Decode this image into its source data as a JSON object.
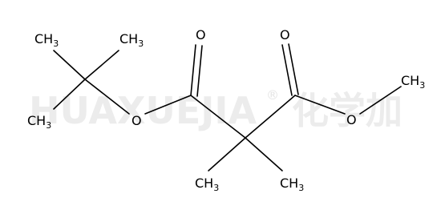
{
  "watermark": {
    "latin": "HUAXUEJIA",
    "registered": "®",
    "chinese": "化学加"
  },
  "molecule": {
    "atoms": {
      "ch3_top_left": {
        "element": "CH",
        "subscript": "3"
      },
      "ch3_top_mid": {
        "element": "CH",
        "subscript": "3"
      },
      "ch3_left": {
        "element": "CH",
        "subscript": "3"
      },
      "o_ester_left": {
        "element": "O"
      },
      "o_carbonyl_left": {
        "element": "O"
      },
      "o_carbonyl_right": {
        "element": "O"
      },
      "o_ester_right": {
        "element": "O"
      },
      "ch3_methyl_right": {
        "element": "CH",
        "subscript": "3"
      },
      "ch3_bottom_left": {
        "element": "CH",
        "subscript": "3"
      },
      "ch3_bottom_right": {
        "element": "CH",
        "subscript": "3"
      }
    }
  }
}
